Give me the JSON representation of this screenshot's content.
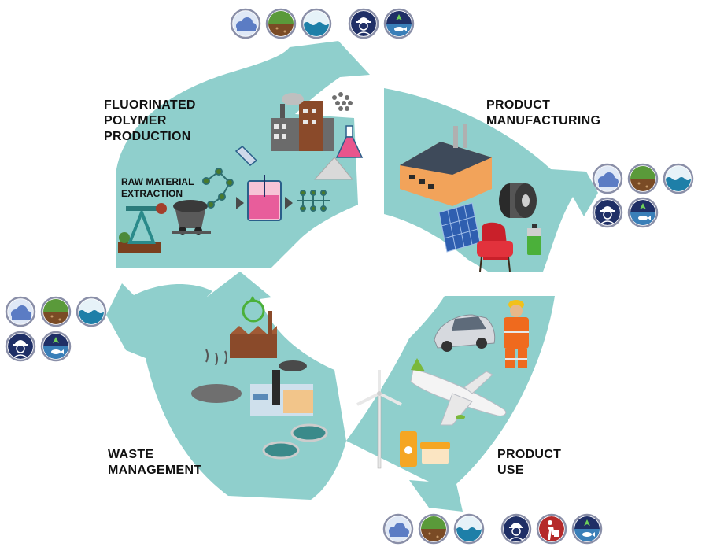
{
  "stages": {
    "fluorinated_polymer_production": {
      "lines": [
        "FLUORINATED",
        "POLYMER",
        "PRODUCTION"
      ]
    },
    "raw_material_extraction": {
      "lines": [
        "RAW MATERIAL",
        "EXTRACTION"
      ]
    },
    "product_manufacturing": {
      "lines": [
        "PRODUCT",
        "MANUFACTURING"
      ]
    },
    "product_use": {
      "lines": [
        "PRODUCT",
        "USE"
      ]
    },
    "waste_management": {
      "lines": [
        "WASTE",
        "MANAGEMENT"
      ]
    }
  },
  "icon_groups": {
    "top": [
      "air-icon",
      "soil-icon",
      "water-icon",
      "worker-icon",
      "aquatic-life-icon"
    ],
    "right": [
      "air-icon",
      "soil-icon",
      "water-icon",
      "worker-icon",
      "aquatic-life-icon"
    ],
    "left": [
      "air-icon",
      "soil-icon",
      "water-icon",
      "worker-icon",
      "aquatic-life-icon"
    ],
    "bottom": [
      "air-icon",
      "soil-icon",
      "water-icon",
      "worker-icon",
      "consumer-icon",
      "aquatic-life-icon"
    ]
  },
  "colors": {
    "arrow": "#8fcfcc",
    "navy": "#1f2f66",
    "air_blue": "#5b7cc4",
    "soil_green": "#5a9a3a",
    "soil_brown": "#7a4b25",
    "water_blue": "#1e7fa8",
    "consumer_red": "#b52a2a",
    "ring": "#8a8fa8"
  }
}
